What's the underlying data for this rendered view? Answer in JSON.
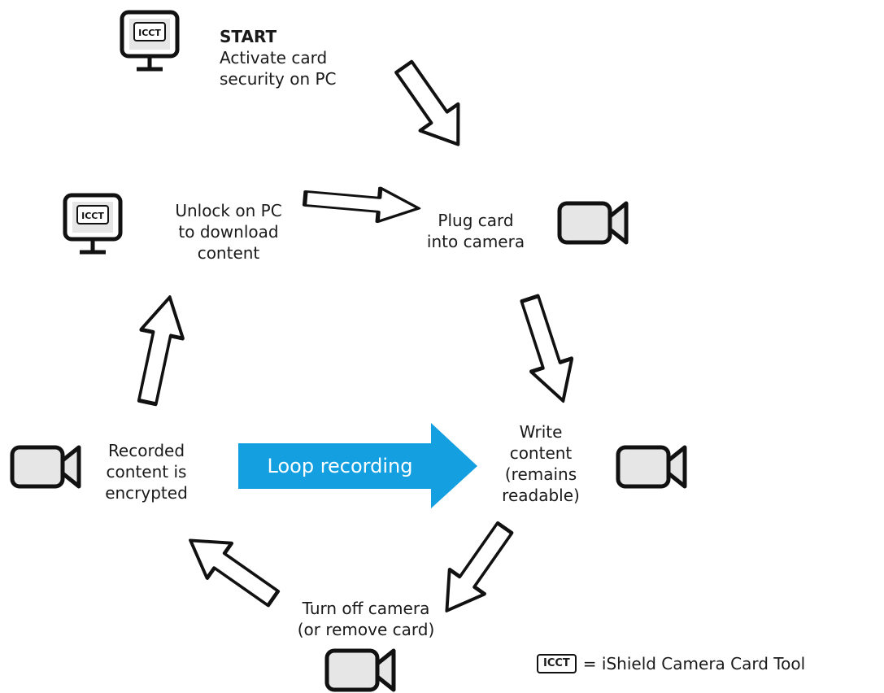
{
  "start": {
    "title": "START",
    "lines": [
      "Activate card",
      "security on PC"
    ]
  },
  "plug": {
    "lines": [
      "Plug card",
      "into camera"
    ]
  },
  "write": {
    "lines": [
      "Write",
      "content",
      "(remains",
      "readable)"
    ]
  },
  "turnoff": {
    "lines": [
      "Turn off camera",
      "(or remove card)"
    ]
  },
  "recorded": {
    "lines": [
      "Recorded",
      "content is",
      "encrypted"
    ]
  },
  "unlock": {
    "lines": [
      "Unlock on PC",
      "to download",
      "content"
    ]
  },
  "loop": {
    "label": "Loop recording",
    "color": "#139fe0"
  },
  "monitor_label": "ICCT",
  "legend": {
    "tag": "ICCT",
    "text": "= iShield Camera Card Tool"
  },
  "icons": [
    "monitor-icon",
    "camera-icon",
    "arrow-icon"
  ]
}
